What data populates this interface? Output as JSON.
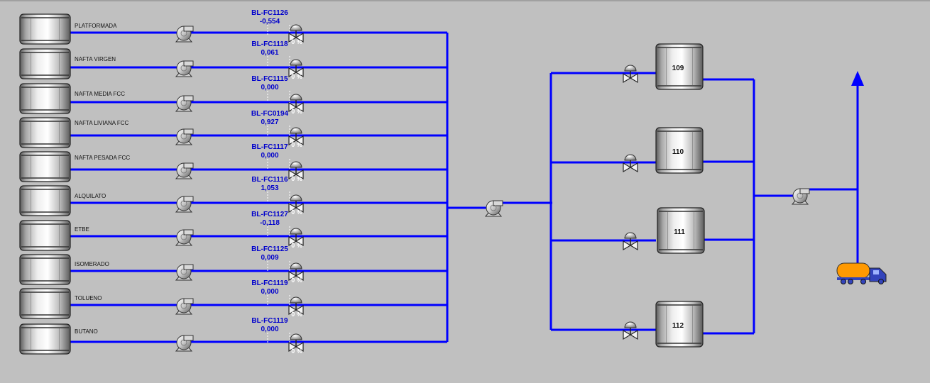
{
  "colors": {
    "background": "#c0c0c0",
    "pipe": "#0000ff",
    "tag_text": "#0000cc",
    "percent_text": "#ffffff",
    "truck_tank": "#ff9900",
    "truck_cab": "#3344bb"
  },
  "feed_lines": [
    {
      "tank": "PLATFORMADA",
      "tag": "BL-FC1126",
      "value": "-0,554",
      "percent": "0 %"
    },
    {
      "tank": "NAFTA VIRGEN",
      "tag": "BL-FC1118",
      "value": "0,061",
      "percent": "0 %"
    },
    {
      "tank": "NAFTA MEDIA FCC",
      "tag": "BL-FC1115",
      "value": "0,000",
      "percent": "0 %"
    },
    {
      "tank": "NAFTA LIVIANA FCC",
      "tag": "BL-FC0194",
      "value": "0,927",
      "percent": "0 %"
    },
    {
      "tank": "NAFTA PESADA FCC",
      "tag": "BL-FC1117",
      "value": "0,000",
      "percent": "0 %"
    },
    {
      "tank": "ALQUILATO",
      "tag": "BL-FC1116",
      "value": "1,053",
      "percent": "0 %"
    },
    {
      "tank": "ETBE",
      "tag": "BL-FC1127",
      "value": "-0,118",
      "percent": "0 %"
    },
    {
      "tank": "ISOMERADO",
      "tag": "BL-FC1125",
      "value": "0,009",
      "percent": "0 %"
    },
    {
      "tank": "TOLUENO",
      "tag": "BL-FC1119",
      "value": "0,000",
      "percent": "0 %"
    },
    {
      "tank": "BUTANO",
      "tag": "BL-FC1119",
      "value": "0,000",
      "percent": "0 %"
    }
  ],
  "product_tanks": [
    {
      "label": "109"
    },
    {
      "label": "110"
    },
    {
      "label": "111"
    },
    {
      "label": "112"
    }
  ],
  "icons": {
    "feed_tank": "storage-tank-icon",
    "pump": "pump-icon",
    "control_valve": "control-valve-icon",
    "product_tank": "storage-tank-icon",
    "arrow": "arrow-up-icon",
    "truck": "tanker-truck-icon"
  }
}
